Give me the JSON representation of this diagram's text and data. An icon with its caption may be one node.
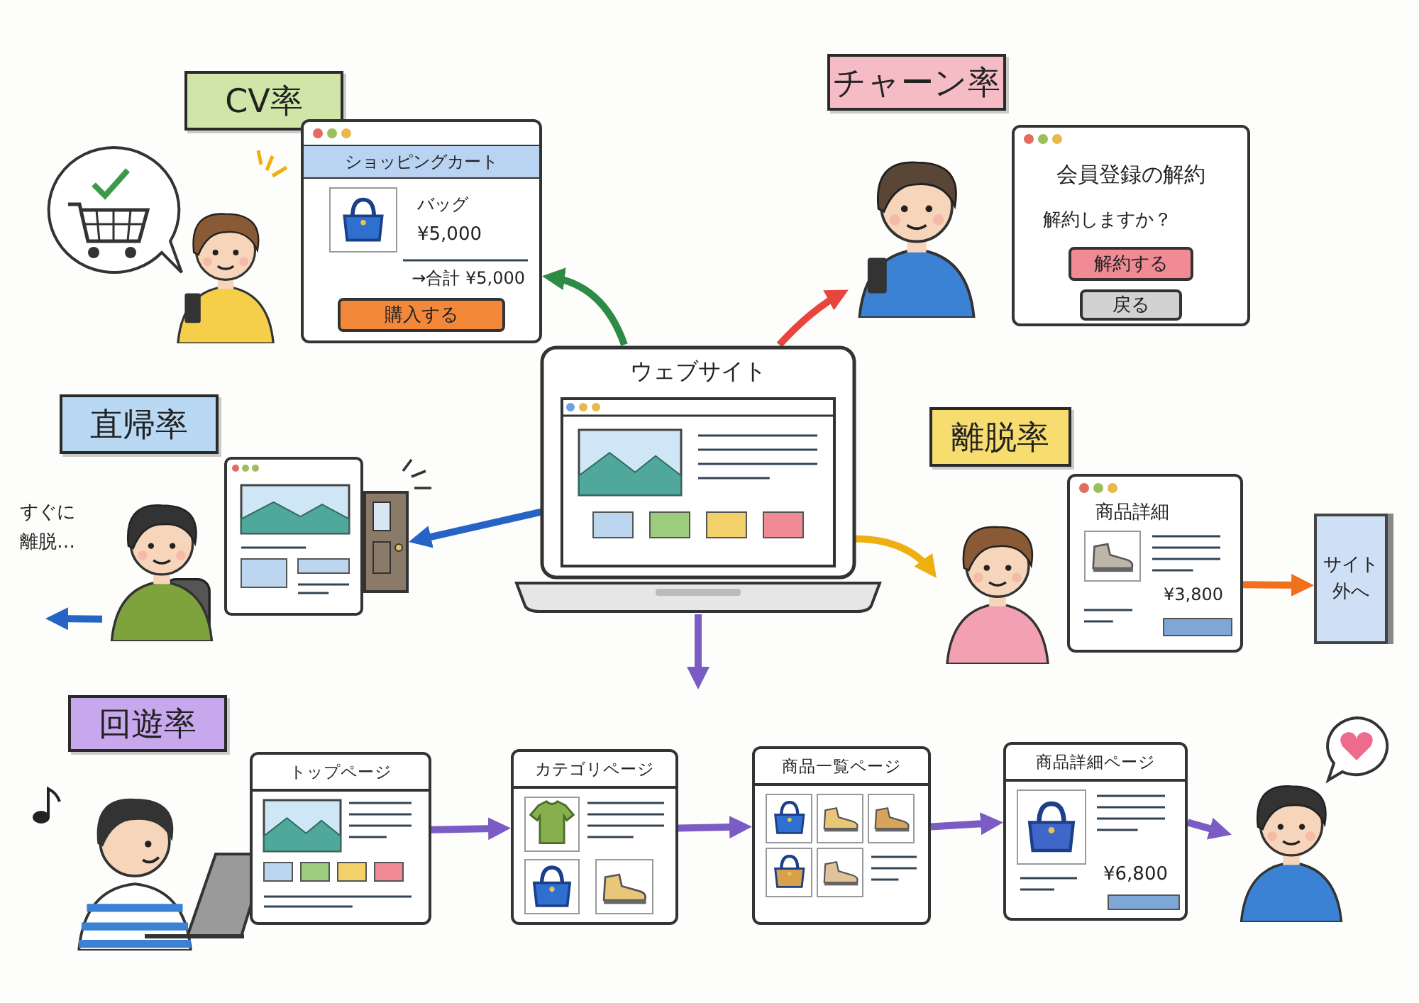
{
  "diagram": {
    "nodes": [
      {
        "text": [
          "CV率"
        ]
      },
      {
        "text": [
          "ショッピングカート",
          "バッグ",
          "¥5,000",
          "→合計 ¥5,000"
        ]
      },
      {
        "text": [
          "購入する"
        ],
        "in": 1
      },
      {
        "text": [
          "チャーン率"
        ]
      },
      {
        "text": [],
        "shape": "person"
      },
      {
        "text": [
          "会員登録の解約",
          "解約しますか？"
        ]
      },
      {
        "text": [
          "解約する"
        ],
        "in": 5
      },
      {
        "text": [
          "戻る"
        ],
        "in": 5
      },
      {
        "text": [
          "ウェブサイト"
        ]
      },
      {
        "text": [
          "直帰率"
        ]
      },
      {
        "text": [],
        "shape": "picture"
      },
      {
        "text": [],
        "shape": "person",
        "beside": [
          "すぐに離脱…"
        ]
      },
      {
        "text": [
          "離脱率"
        ]
      },
      {
        "text": [],
        "shape": "person"
      },
      {
        "text": [
          "商品詳細",
          "¥3,800"
        ]
      },
      {
        "text": [
          "サイト外へ"
        ]
      },
      {
        "text": [
          "回遊率"
        ]
      },
      {
        "text": [
          "トップページ"
        ]
      },
      {
        "text": [
          "カテゴリページ"
        ]
      },
      {
        "text": [
          "商品一覧ページ"
        ]
      },
      {
        "text": [
          "商品詳細ページ",
          "¥6,800"
        ]
      },
      {
        "text": [],
        "shape": "person"
      }
    ],
    "edges": [
      {
        "from": 8,
        "to": 1,
        "arrow": "to",
        "color": "#2e8b45"
      },
      {
        "from": 8,
        "to": 4,
        "arrow": "to",
        "color": "#e8453c"
      },
      {
        "from": 8,
        "to": 10,
        "arrow": "to",
        "color": "#2563c4"
      },
      {
        "from": 11,
        "to": null,
        "arrow": "to",
        "color": "#2563c4"
      },
      {
        "from": 8,
        "to": 13,
        "arrow": "to",
        "color": "#eeb010"
      },
      {
        "from": 14,
        "to": 15,
        "arrow": "to",
        "color": "#f0701e"
      },
      {
        "from": 8,
        "to": null,
        "arrow": "to"
      },
      {
        "from": 17,
        "to": 18,
        "arrow": "to"
      },
      {
        "from": 18,
        "to": 19,
        "arrow": "to"
      },
      {
        "from": 19,
        "to": 20,
        "arrow": "to"
      },
      {
        "from": 20,
        "to": 21,
        "arrow": "to"
      }
    ]
  }
}
